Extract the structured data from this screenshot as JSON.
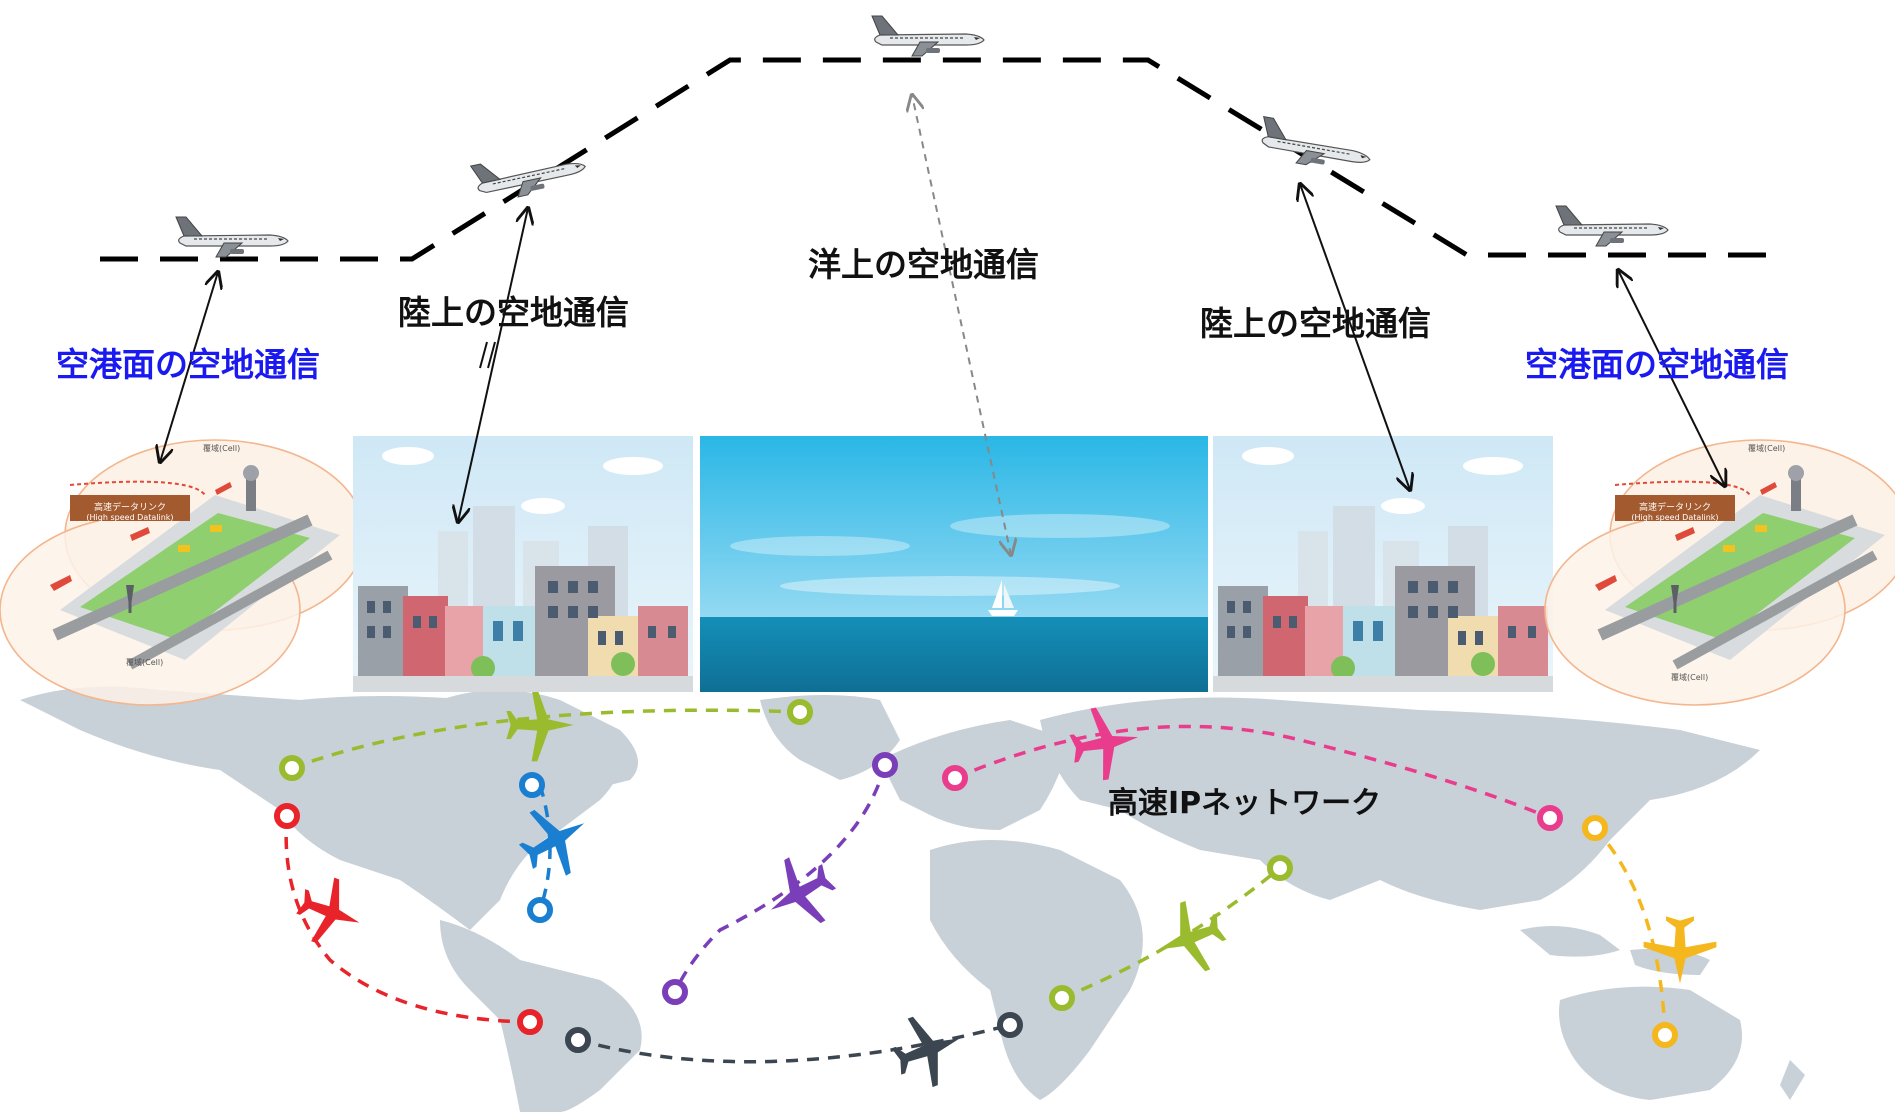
{
  "labels": {
    "airport_left": "空港面の空地通信",
    "airport_right": "空港面の空地通信",
    "land_left": "陸上の空地通信",
    "land_right": "陸上の空地通信",
    "ocean": "洋上の空地通信",
    "network": "高速IPネットワーク"
  },
  "airport_inset": {
    "datalink_label": "高速データリンク",
    "datalink_label_en": "(High speed Datalink)",
    "cell_label": "覆域(Cell)"
  },
  "colors": {
    "airport_label": "#1a1af0",
    "flight_path": "#000000",
    "map_land": "#c8d0d8",
    "route_green": "#9bbb2e",
    "route_blue": "#1a7fd0",
    "route_red": "#e8232a",
    "route_purple": "#7a3fb8",
    "route_pink": "#ea3c8c",
    "route_yellow": "#f4b81e",
    "route_dark": "#3c4650"
  },
  "icons": [
    "airplane-icon",
    "sailboat-icon",
    "city-buildings",
    "world-map",
    "airport-runway"
  ]
}
